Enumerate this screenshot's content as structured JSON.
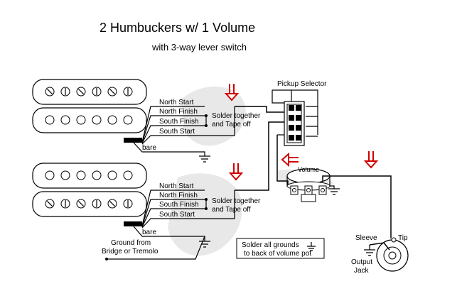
{
  "title": "2 Humbuckers w/ 1 Volume",
  "subtitle": "with 3-way lever switch",
  "pickup_selector_label": "Pickup Selector",
  "pickup1": {
    "wires": [
      "North Start",
      "North Finish",
      "South Finish",
      "South Start"
    ],
    "bare": "bare",
    "solder_note_line1": "Solder together",
    "solder_note_line2": "and Tape off"
  },
  "pickup2": {
    "wires": [
      "North Start",
      "North Finish",
      "South Finish",
      "South Start"
    ],
    "bare": "bare",
    "solder_note_line1": "Solder together",
    "solder_note_line2": "and Tape off"
  },
  "volume_label": "Volume",
  "ground_note_line1": "Ground from",
  "ground_note_line2": "Bridge or Tremolo",
  "solder_grounds_line1": "Solder all grounds",
  "solder_grounds_line2": "to back of volume pot",
  "jack": {
    "sleeve": "Sleeve",
    "tip": "Tip",
    "label_line1": "Output",
    "label_line2": "Jack"
  },
  "colors": {
    "arrow": "#d00000",
    "wire": "#000000",
    "background": "#ffffff"
  }
}
